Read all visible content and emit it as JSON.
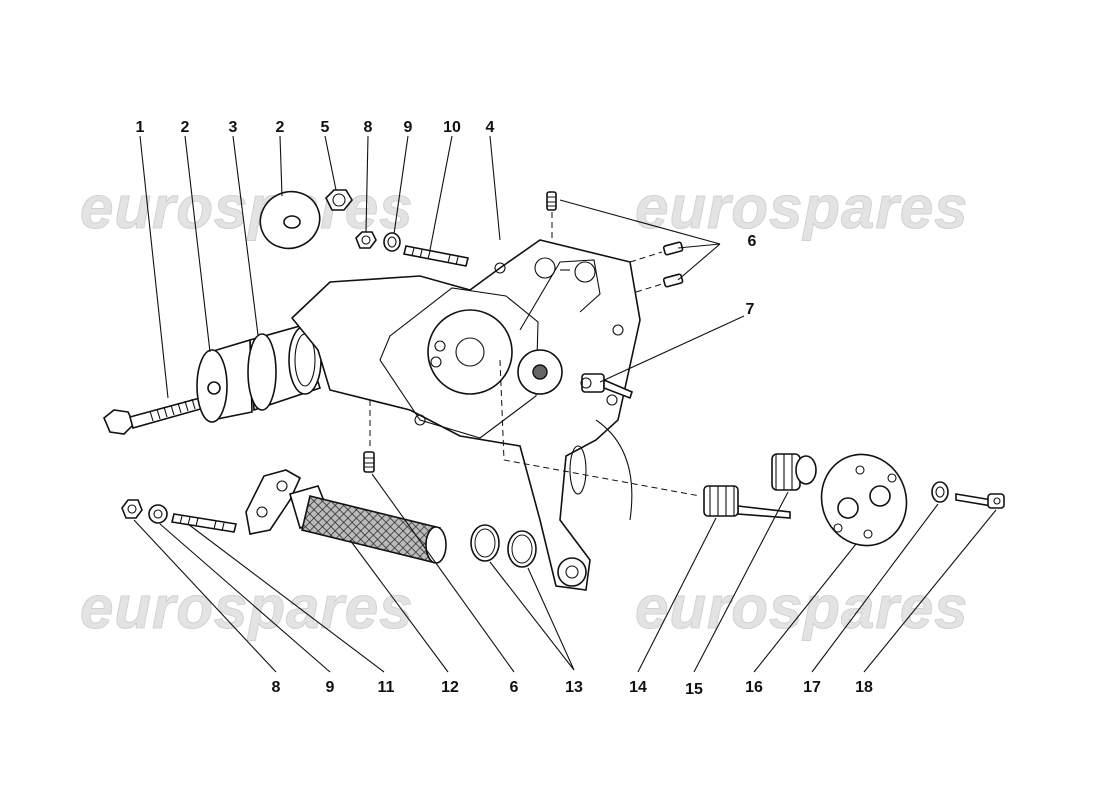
{
  "watermark": "eurospares",
  "callouts": {
    "top": [
      "1",
      "2",
      "3",
      "2",
      "5",
      "8",
      "9",
      "10",
      "4"
    ],
    "right_6": "6",
    "right_7": "7",
    "bottom": [
      "8",
      "9",
      "11",
      "12",
      "6",
      "13",
      "14",
      "15",
      "16",
      "17",
      "18"
    ]
  },
  "colors": {
    "line": "#111111",
    "background": "#ffffff",
    "watermark": "#e3e3e3"
  }
}
